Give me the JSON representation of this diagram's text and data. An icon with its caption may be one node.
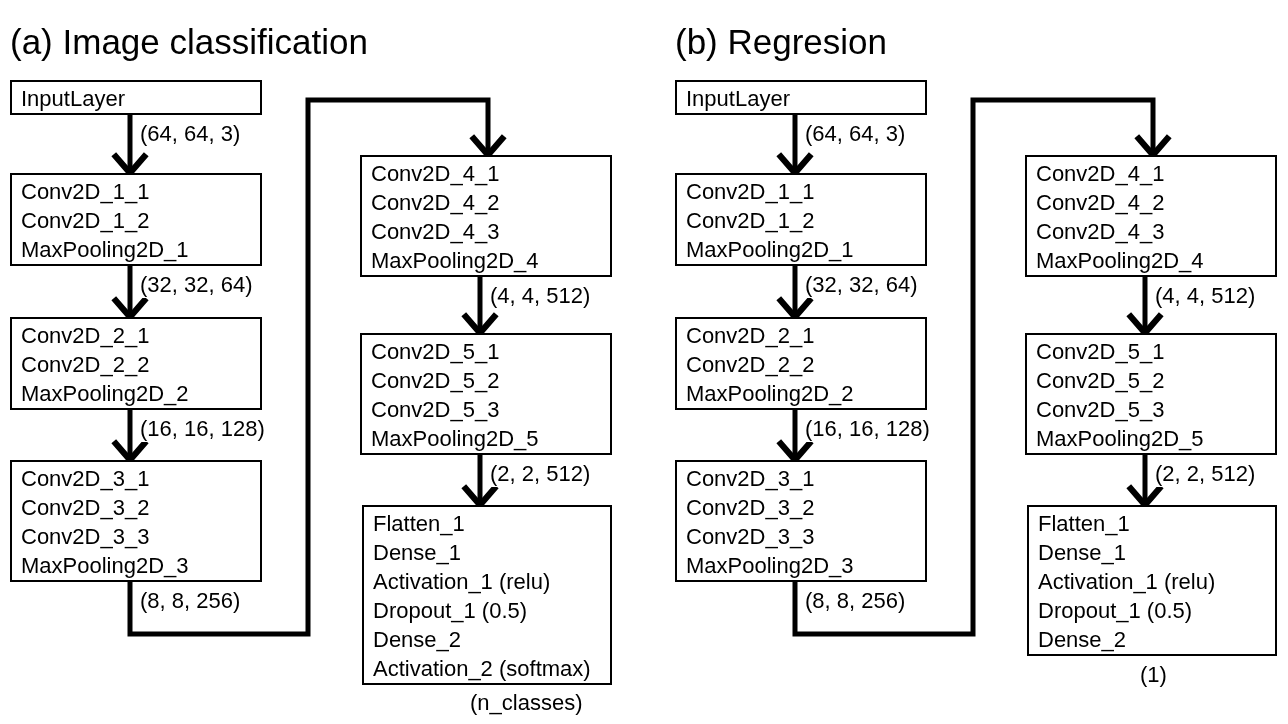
{
  "diagram": {
    "nodes": [
      {
        "text": [
          "InputLayer"
        ]
      },
      {
        "text": [
          "Conv2D_1_1",
          "Conv2D_1_2",
          "MaxPooling2D_1"
        ]
      },
      {
        "text": [
          "Conv2D_2_1",
          "Conv2D_2_2",
          "MaxPooling2D_2"
        ]
      },
      {
        "text": [
          "Conv2D_3_1",
          "Conv2D_3_2",
          "Conv2D_3_3",
          "MaxPooling2D_3"
        ]
      },
      {
        "text": [
          "Conv2D_4_1",
          "Conv2D_4_2",
          "Conv2D_4_3",
          "MaxPooling2D_4"
        ]
      },
      {
        "text": [
          "Conv2D_5_1",
          "Conv2D_5_2",
          "Conv2D_5_3",
          "MaxPooling2D_5"
        ]
      },
      {
        "text": [
          "Flatten_1",
          "Dense_1",
          "Activation_1 (relu)",
          "Dropout_1 (0.5)",
          "Dense_2",
          "Activation_2 (softmax)"
        ],
        "beside": [
          "(n_classes)"
        ]
      },
      {
        "text": [
          "InputLayer"
        ]
      },
      {
        "text": [
          "Conv2D_1_1",
          "Conv2D_1_2",
          "MaxPooling2D_1"
        ]
      },
      {
        "text": [
          "Conv2D_2_1",
          "Conv2D_2_2",
          "MaxPooling2D_2"
        ]
      },
      {
        "text": [
          "Conv2D_3_1",
          "Conv2D_3_2",
          "Conv2D_3_3",
          "MaxPooling2D_3"
        ]
      },
      {
        "text": [
          "Conv2D_4_1",
          "Conv2D_4_2",
          "Conv2D_4_3",
          "MaxPooling2D_4"
        ]
      },
      {
        "text": [
          "Conv2D_5_1",
          "Conv2D_5_2",
          "Conv2D_5_3",
          "MaxPooling2D_5"
        ]
      },
      {
        "text": [
          "Flatten_1",
          "Dense_1",
          "Activation_1 (relu)",
          "Dropout_1 (0.5)",
          "Dense_2"
        ],
        "beside": [
          "(1)"
        ]
      }
    ],
    "edges": [
      {
        "from": 0,
        "to": 1,
        "arrow": "to",
        "label": "(64, 64, 3)"
      },
      {
        "from": 1,
        "to": 2,
        "arrow": "to",
        "label": "(32, 32, 64)"
      },
      {
        "from": 2,
        "to": 3,
        "arrow": "to",
        "label": "(16, 16, 128)"
      },
      {
        "from": 3,
        "to": 4,
        "arrow": "to",
        "label": "(8, 8, 256)"
      },
      {
        "from": 4,
        "to": 5,
        "arrow": "to",
        "label": "(4, 4, 512)"
      },
      {
        "from": 5,
        "to": 6,
        "arrow": "to",
        "label": "(2, 2, 512)"
      },
      {
        "from": 7,
        "to": 8,
        "arrow": "to",
        "label": "(64, 64, 3)"
      },
      {
        "from": 8,
        "to": 9,
        "arrow": "to",
        "label": "(32, 32, 64)"
      },
      {
        "from": 9,
        "to": 10,
        "arrow": "to",
        "label": "(16, 16, 128)"
      },
      {
        "from": 10,
        "to": 11,
        "arrow": "to",
        "label": "(8, 8, 256)"
      },
      {
        "from": 11,
        "to": 12,
        "arrow": "to",
        "label": "(4, 4, 512)"
      },
      {
        "from": 12,
        "to": 13,
        "arrow": "to",
        "label": "(2, 2, 512)"
      }
    ],
    "labels": [
      "(a) Image classification",
      "(b) Regresion"
    ]
  }
}
